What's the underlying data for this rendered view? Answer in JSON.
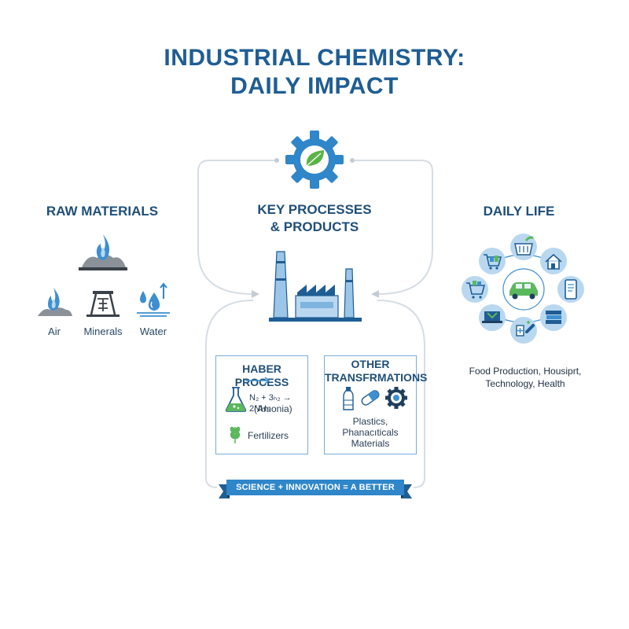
{
  "title": {
    "line1": "INDUSTRIAL CHEMISTRY:",
    "line2": "DAILY IMPACT"
  },
  "raw_materials": {
    "heading": "RAW MATERIALS",
    "items": [
      {
        "label": "Air",
        "icon": "flame-icon"
      },
      {
        "label": "Minerals",
        "icon": "mine-icon"
      },
      {
        "label": "Water",
        "icon": "water-drops-icon"
      }
    ]
  },
  "key_processes": {
    "heading_line1": "KEY PROCESSES",
    "heading_line2": "& PRODUCTS",
    "haber": {
      "title": "HABER PROCESS",
      "equation": "N₂ + 3ₕ₂ → 2NH₃",
      "note": "(Amonia)",
      "product": "Fertilizers"
    },
    "other": {
      "title_line1": "OTHER",
      "title_line2": "TRANSFRMATIONS",
      "line1": "Plastics,",
      "line2": "Phanacıticals",
      "line3": "Materials"
    }
  },
  "daily_life": {
    "heading": "DAILY LIFE",
    "caption_line1": "Food Production, Housiprt,",
    "caption_line2": "Technology, Health"
  },
  "banner": {
    "text": "SCIENCE + INNOVATION = A BETTER TOMORROW"
  },
  "colors": {
    "primary": "#1f5d94",
    "accent": "#3d8fd1",
    "light": "#b9d8f0",
    "green": "#5cb85c"
  }
}
